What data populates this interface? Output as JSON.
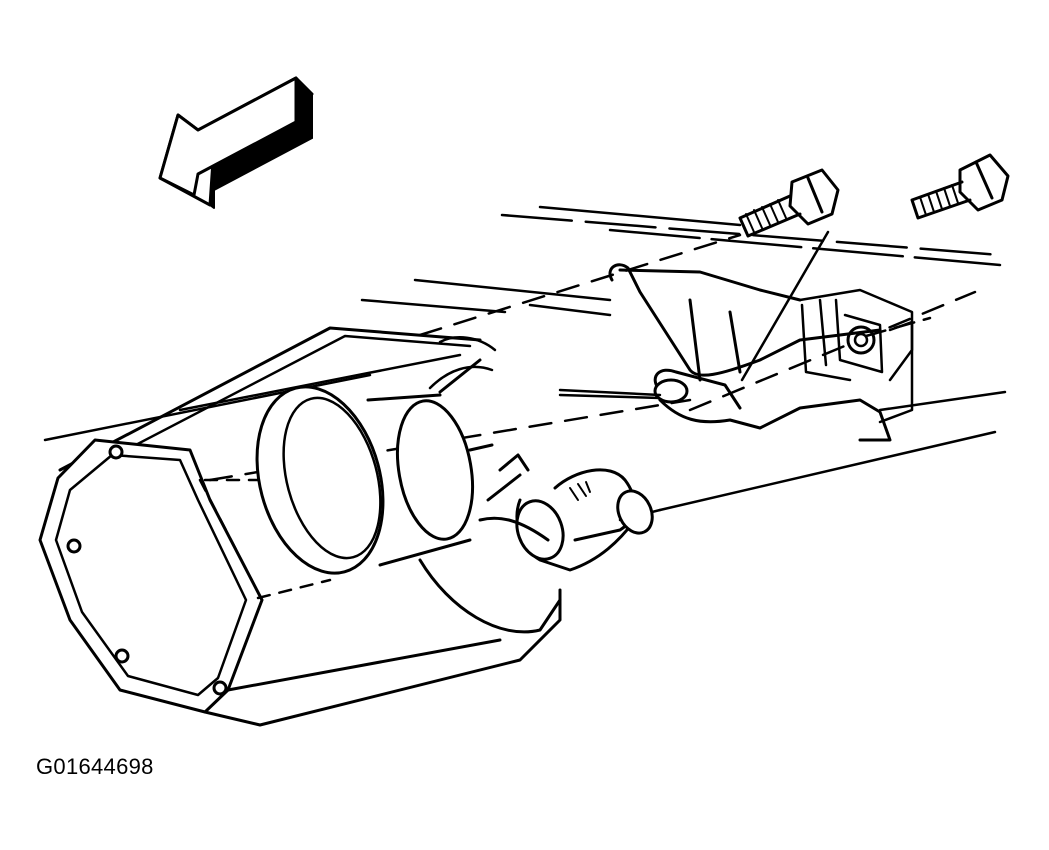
{
  "figure": {
    "id": "G01644698"
  },
  "colors": {
    "ink": "#000000",
    "paper": "#ffffff"
  },
  "parts": {
    "direction_arrow": "front-direction-arrow",
    "bolts": [
      "bolt-upper-left",
      "bolt-upper-right"
    ],
    "hanger_bracket": "exhaust-hanger-bracket",
    "converter": "catalytic-converter",
    "sensor": "oxygen-sensor"
  }
}
